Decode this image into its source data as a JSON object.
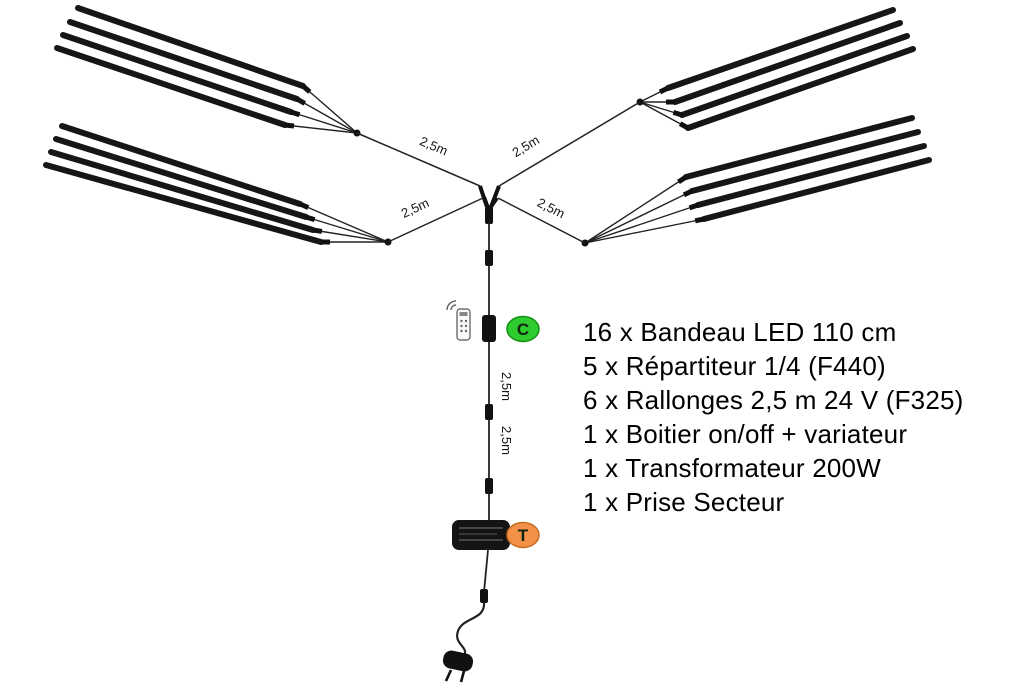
{
  "diagram": {
    "cable_labels": {
      "top_left": "2,5m",
      "bottom_left": "2,5m",
      "top_right": "2,5m",
      "bottom_right": "2,5m",
      "vertical_upper": "2,5m",
      "vertical_lower": "2,5m"
    },
    "controller_badge": {
      "letter": "C",
      "color": "#2fcc2f",
      "border": "#149114"
    },
    "transformer_badge": {
      "letter": "T",
      "color": "#f29147",
      "border": "#c76b22"
    }
  },
  "parts_list": {
    "items": [
      "16 x Bandeau LED 110 cm",
      "5 x Répartiteur 1/4 (F440)",
      "6 x Rallonges 2,5 m 24 V (F325)",
      "1 x Boitier on/off + variateur",
      "1 x Transformateur 200W",
      "1 x Prise Secteur"
    ]
  }
}
